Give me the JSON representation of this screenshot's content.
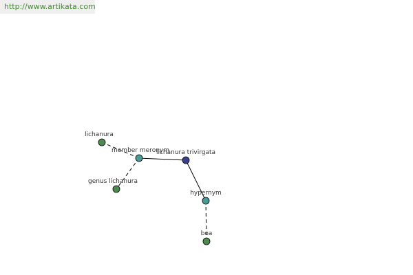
{
  "banner": {
    "url": "http://www.artikata.com"
  },
  "colors": {
    "banner_text": "#3e8b2b",
    "banner_bg": "#efefef",
    "node_green": "#4e8a4e",
    "node_teal": "#4a9b95",
    "node_blue": "#3a3f8e"
  },
  "graph": {
    "nodes": [
      {
        "id": "lichanura-trivirgata",
        "label": "lichanura trivirgata",
        "color": "#3a3f8e"
      },
      {
        "id": "member-meronym",
        "label": "member meronym",
        "color": "#4a9b95"
      },
      {
        "id": "lichanura",
        "label": "lichanura",
        "color": "#4e8a4e"
      },
      {
        "id": "genus-lichanura",
        "label": "genus lichanura",
        "color": "#4e8a4e"
      },
      {
        "id": "hypernym",
        "label": "hypernym",
        "color": "#4a9b95"
      },
      {
        "id": "boa",
        "label": "boa",
        "color": "#4e8a4e"
      }
    ],
    "edges": [
      {
        "from": "lichanura-trivirgata",
        "to": "member-meronym",
        "style": "solid"
      },
      {
        "from": "member-meronym",
        "to": "lichanura",
        "style": "dashed"
      },
      {
        "from": "member-meronym",
        "to": "genus-lichanura",
        "style": "dashed"
      },
      {
        "from": "lichanura-trivirgata",
        "to": "hypernym",
        "style": "solid"
      },
      {
        "from": "hypernym",
        "to": "boa",
        "style": "dashed"
      }
    ]
  }
}
